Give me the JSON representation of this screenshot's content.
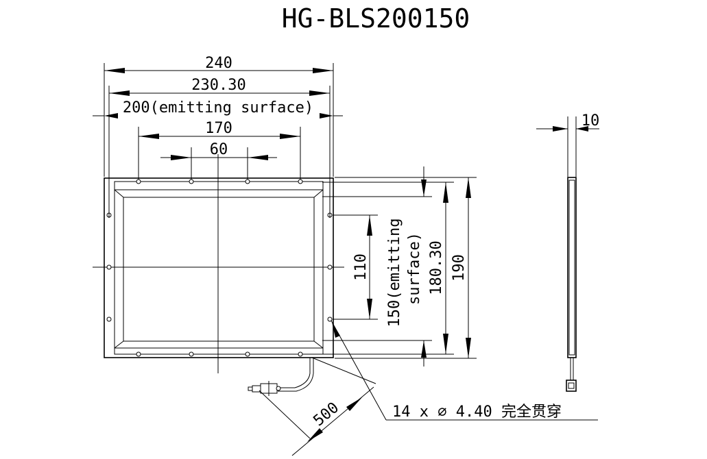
{
  "title": "HG-BLS200150",
  "dimensions": {
    "width_overall": "240",
    "width_frame": "230.30",
    "width_emitting": "200(emitting surface)",
    "hole_span_outer": "170",
    "hole_span_inner": "60",
    "height_hole_span": "110",
    "height_emitting_line1": "150(emitting",
    "height_emitting_line2": "surface)",
    "height_frame": "180.30",
    "height_overall": "190",
    "thickness": "10",
    "cable_length": "500",
    "hole_note": "14 x  ∅ 4.40 完全贯穿"
  }
}
